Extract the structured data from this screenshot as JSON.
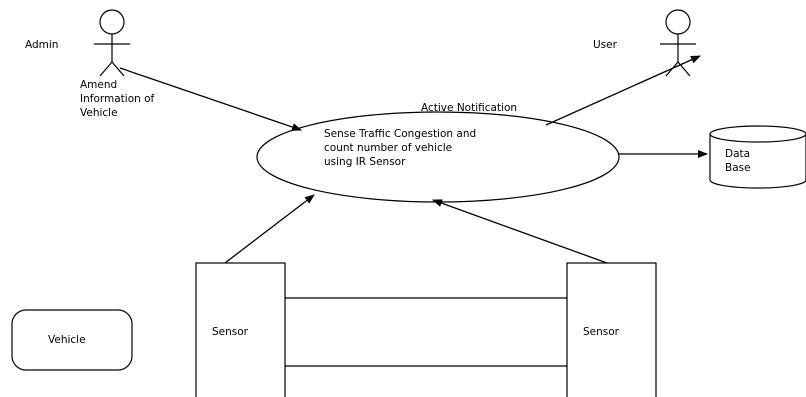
{
  "actors": {
    "admin": {
      "name": "Admin",
      "action": "Amend\nInformation of\nVehicle"
    },
    "user": {
      "name": "User",
      "action": "Active Notification"
    }
  },
  "use_case": {
    "label": "Sense Traffic Congestion and\ncount number  of vehicle\nusing IR Sensor"
  },
  "database": {
    "label": "Data\nBase"
  },
  "sensors": {
    "left": "Sensor",
    "right": "Sensor"
  },
  "vehicle": {
    "label": "Vehicle"
  },
  "colors": {
    "stroke": "#000000",
    "background": "#ffffff"
  }
}
